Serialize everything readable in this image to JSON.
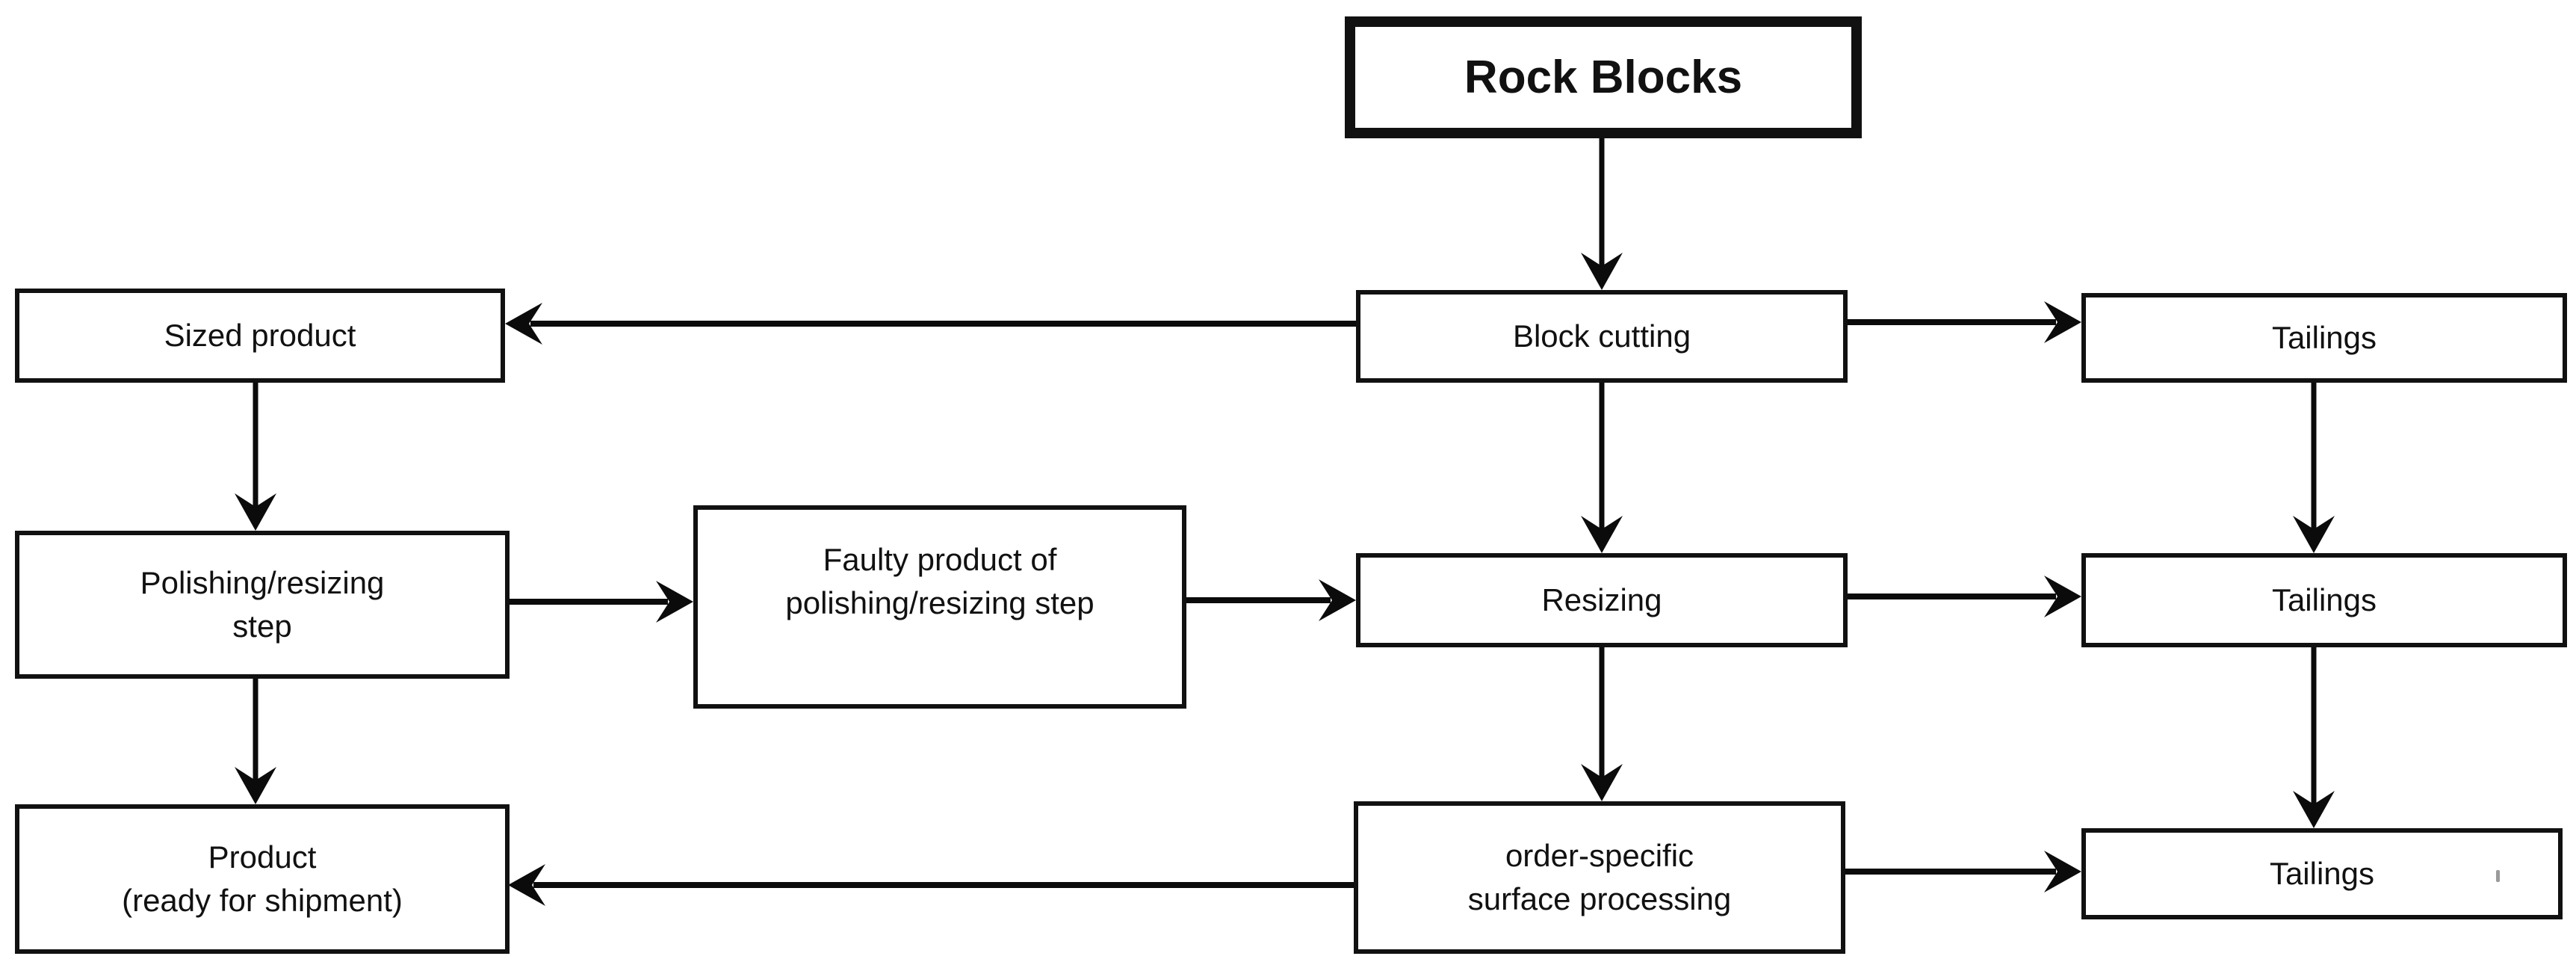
{
  "diagram": {
    "title": "Rock Blocks",
    "nodes": [
      {
        "id": "rock-blocks",
        "label": "Rock Blocks"
      },
      {
        "id": "sized-product",
        "label": "Sized product"
      },
      {
        "id": "block-cutting",
        "label": "Block cutting"
      },
      {
        "id": "tailings-top",
        "label": "Tailings"
      },
      {
        "id": "polishing-resizing-step",
        "label": "Polishing/resizing\nstep"
      },
      {
        "id": "faulty-product",
        "label": "Faulty product of\npolishing/resizing step"
      },
      {
        "id": "resizing",
        "label": "Resizing"
      },
      {
        "id": "tailings-middle",
        "label": "Tailings"
      },
      {
        "id": "product-ready",
        "label": "Product\n(ready for shipment)"
      },
      {
        "id": "order-specific",
        "label": "order-specific\nsurface processing"
      },
      {
        "id": "tailings-bottom",
        "label": "Tailings"
      }
    ],
    "edges": [
      {
        "from": "rock-blocks",
        "to": "block-cutting"
      },
      {
        "from": "block-cutting",
        "to": "sized-product"
      },
      {
        "from": "block-cutting",
        "to": "tailings-top"
      },
      {
        "from": "block-cutting",
        "to": "resizing"
      },
      {
        "from": "sized-product",
        "to": "polishing-resizing-step"
      },
      {
        "from": "polishing-resizing-step",
        "to": "faulty-product"
      },
      {
        "from": "faulty-product",
        "to": "resizing"
      },
      {
        "from": "resizing",
        "to": "tailings-middle"
      },
      {
        "from": "tailings-top",
        "to": "tailings-middle"
      },
      {
        "from": "resizing",
        "to": "order-specific"
      },
      {
        "from": "polishing-resizing-step",
        "to": "product-ready"
      },
      {
        "from": "order-specific",
        "to": "product-ready"
      },
      {
        "from": "order-specific",
        "to": "tailings-bottom"
      },
      {
        "from": "tailings-middle",
        "to": "tailings-bottom"
      }
    ],
    "colors": {
      "line": "#0b0b0b",
      "box_border": "#111111",
      "background": "#ffffff"
    }
  }
}
